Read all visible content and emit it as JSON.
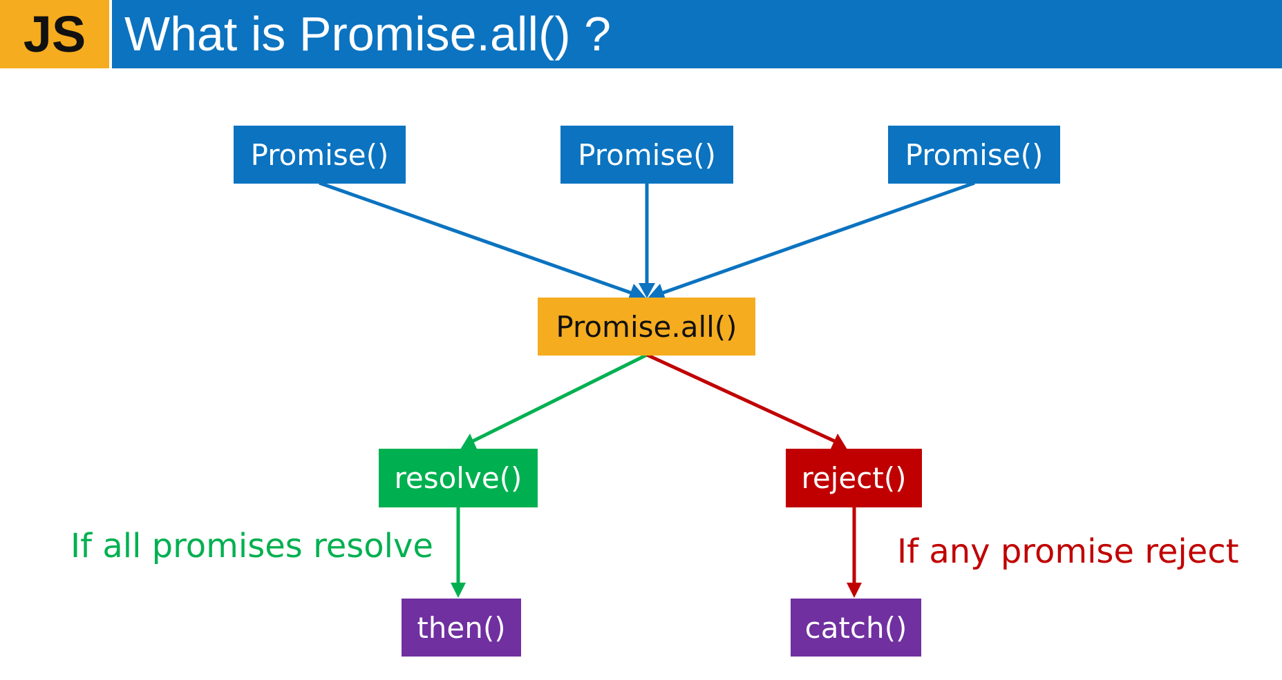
{
  "header": {
    "badge": "JS",
    "title": "What is Promise.all() ?"
  },
  "nodes": {
    "promise_1": "Promise()",
    "promise_2": "Promise()",
    "promise_3": "Promise()",
    "promise_all": "Promise.all()",
    "resolve": "resolve()",
    "reject": "reject()",
    "then": "then()",
    "catch": "catch()"
  },
  "captions": {
    "resolve_condition": "If all promises resolve",
    "reject_condition": "If any promise reject"
  },
  "colors": {
    "header_blue": "#0b73c0",
    "badge_yellow": "#f5ac1f",
    "promise_blue": "#0b73c0",
    "all_orange": "#f5ac1f",
    "resolve_green": "#00b050",
    "reject_red": "#c00000",
    "handler_purple": "#7030a0"
  }
}
